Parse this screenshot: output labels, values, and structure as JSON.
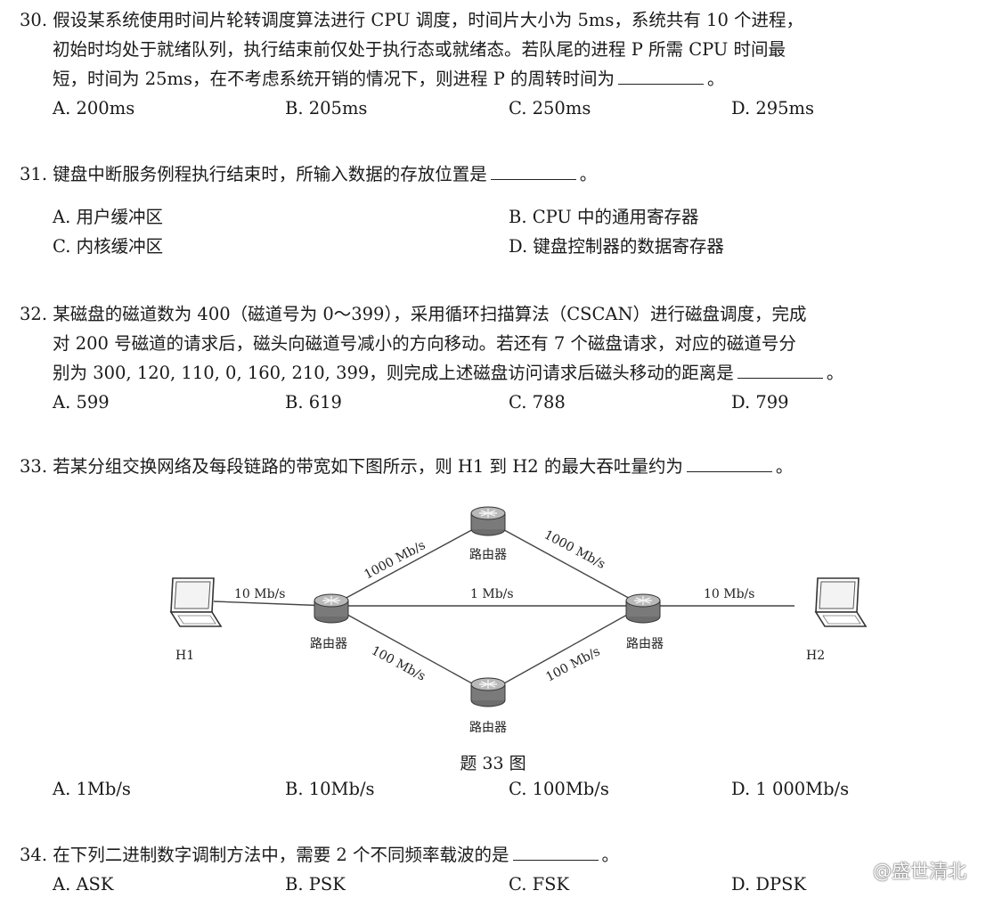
{
  "q30": {
    "lines": [
      "30. 假设某系统使用时间片轮转调度算法进行 CPU 调度，时间片大小为 5ms，系统共有 10 个进程，",
      "初始时均处于就绪队列，执行结束前仅处于执行态或就绪态。若队尾的进程 P 所需 CPU 时间最",
      "短，时间为 25ms，在不考虑系统开销的情况下，则进程 P 的周转时间为"
    ],
    "end": "。",
    "options": [
      "A. 200ms",
      "B. 205ms",
      "C. 250ms",
      "D. 295ms"
    ]
  },
  "q31": {
    "stem": "31. 键盘中断服务例程执行结束时，所输入数据的存放位置是",
    "end": "。",
    "options": [
      "A.  用户缓冲区",
      "B. CPU 中的通用寄存器",
      "C.  内核缓冲区",
      "D.  键盘控制器的数据寄存器"
    ]
  },
  "q32": {
    "lines": [
      "32. 某磁盘的磁道数为 400（磁道号为 0～399），采用循环扫描算法（CSCAN）进行磁盘调度，完成",
      "对 200 号磁道的请求后，磁头向磁道号减小的方向移动。若还有 7 个磁盘请求，对应的磁道号分",
      "别为 300, 120, 110, 0, 160, 210, 399，则完成上述磁盘访问请求后磁头移动的距离是"
    ],
    "end": "。",
    "options": [
      "A. 599",
      "B. 619",
      "C. 788",
      "D. 799"
    ]
  },
  "q33": {
    "stem": "33. 若某分组交换网络及每段链路的带宽如下图所示，则 H1 到 H2 的最大吞吐量约为",
    "end": "。",
    "caption": "题 33 图",
    "options": [
      "A. 1Mb/s",
      "B. 10Mb/s",
      "C. 100Mb/s",
      "D. 1 000Mb/s"
    ],
    "diagram": {
      "h1": "H1",
      "h2": "H2",
      "router": "路由器",
      "link_h1": "10 Mb/s",
      "link_h2": "10 Mb/s",
      "link_mid": "1 Mb/s",
      "link_top_left": "1000 Mb/s",
      "link_top_right": "1000 Mb/s",
      "link_bot_left": "100 Mb/s",
      "link_bot_right": "100 Mb/s"
    }
  },
  "q34": {
    "stem": "34. 在下列二进制数字调制方法中，需要 2 个不同频率载波的是",
    "end": "。",
    "options": [
      "A. ASK",
      "B. PSK",
      "C. FSK",
      "D. DPSK"
    ]
  },
  "watermark": "@盛世清北"
}
